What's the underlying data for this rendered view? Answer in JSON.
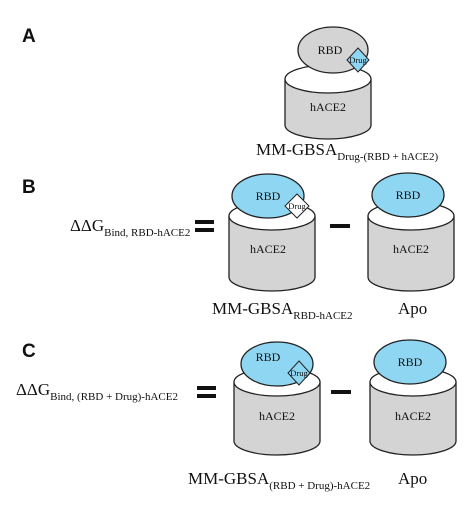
{
  "panels": {
    "a": {
      "letter": "A",
      "rbd_label": "RBD",
      "drug_label": "Drug",
      "hace2_label": "hACE2",
      "equation": {
        "main": "MM-GBSA",
        "sub": "Drug-(RBD + hACE2)"
      }
    },
    "b": {
      "letter": "B",
      "lhs": {
        "main": "ΔΔG",
        "sub": "Bind, RBD-hACE2"
      },
      "complex": {
        "rbd_label": "RBD",
        "drug_label": "Drug",
        "hace2_label": "hACE2"
      },
      "apo": {
        "rbd_label": "RBD",
        "hace2_label": "hACE2"
      },
      "caption_left": {
        "main": "MM-GBSA",
        "sub": "RBD-hACE2"
      },
      "caption_right": "Apo"
    },
    "c": {
      "letter": "C",
      "lhs": {
        "main": "ΔΔG",
        "sub": "Bind, (RBD + Drug)-hACE2"
      },
      "complex": {
        "rbd_label": "RBD",
        "drug_label": "Drug",
        "hace2_label": "hACE2"
      },
      "apo": {
        "rbd_label": "RBD",
        "hace2_label": "hACE2"
      },
      "caption_left": {
        "main": "MM-GBSA",
        "sub": "(RBD + Drug)-hACE2"
      },
      "caption_right": "Apo"
    }
  },
  "colors": {
    "cylinder_fill": "#d4d4d4",
    "cylinder_top": "#ffffff",
    "rbd_plain": "#d4d4d4",
    "rbd_highlight": "#8fd6f2",
    "drug_fill": "#8fd6f2",
    "drug_fill_white": "#ffffff",
    "stroke": "#222222"
  }
}
